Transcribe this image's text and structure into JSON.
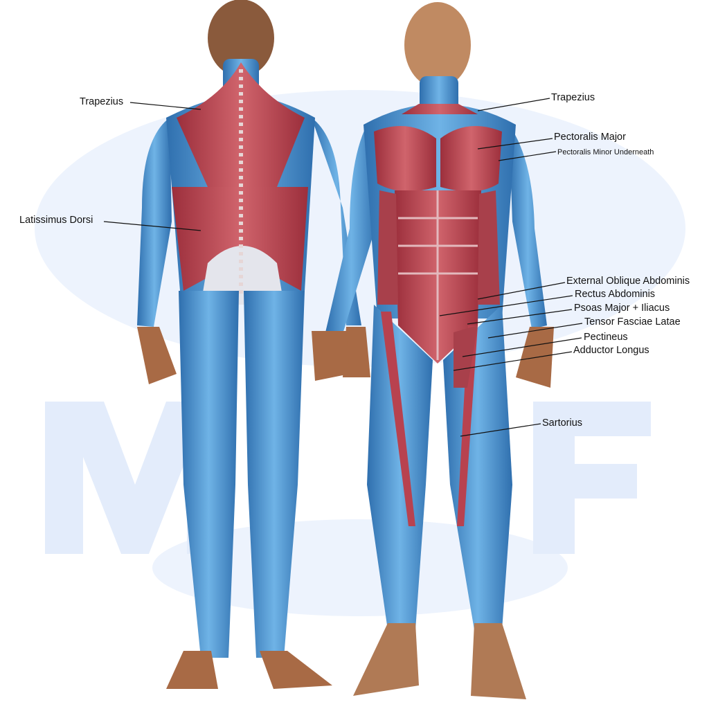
{
  "watermark": {
    "text": "M&F",
    "color": "#e3ecfb"
  },
  "colors": {
    "muscle_blue": "#4a95d0",
    "target_muscle_red": "#b8424f",
    "skin": "#b0714a",
    "tendon": "#d9dbe4"
  },
  "back_view": {
    "labels": [
      {
        "id": "trapezius",
        "text": "Trapezius"
      },
      {
        "id": "latissimus",
        "text": "Latissimus Dorsi"
      }
    ]
  },
  "front_view": {
    "labels": [
      {
        "id": "trapezius",
        "text": "Trapezius"
      },
      {
        "id": "pec-major",
        "text": "Pectoralis Major"
      },
      {
        "id": "pec-minor",
        "text": "Pectoralis Minor Underneath"
      },
      {
        "id": "ext-oblique",
        "text": "External Oblique Abdominis"
      },
      {
        "id": "rectus",
        "text": "Rectus Abdominis"
      },
      {
        "id": "psoas",
        "text": "Psoas Major + Iliacus"
      },
      {
        "id": "tfl",
        "text": "Tensor Fasciae Latae"
      },
      {
        "id": "pectineus",
        "text": "Pectineus"
      },
      {
        "id": "adductor",
        "text": "Adductor Longus"
      },
      {
        "id": "sartorius",
        "text": "Sartorius"
      }
    ]
  }
}
